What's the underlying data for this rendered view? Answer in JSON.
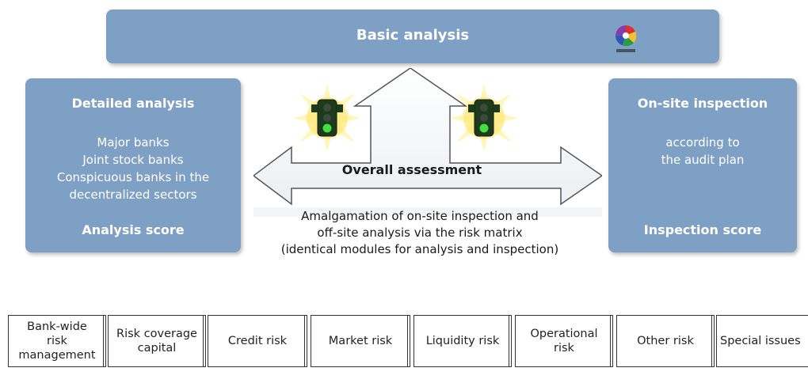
{
  "basic": {
    "title": "Basic analysis"
  },
  "detailed": {
    "title": "Detailed analysis",
    "lines": [
      "Major banks",
      "Joint stock banks",
      "Conspicuous banks in the",
      "decentralized sectors"
    ],
    "score": "Analysis score"
  },
  "onsite": {
    "title": "On-site inspection",
    "lines": [
      "according to",
      "the audit plan"
    ],
    "score": "Inspection score"
  },
  "center": {
    "overall": "Overall assessment",
    "amalgamation": [
      "Amalgamation of on-site inspection and",
      "off-site analysis via the risk matrix",
      "(identical modules for analysis and inspection)"
    ]
  },
  "modules": [
    "Bank-wide\nrisk\nmanagement",
    "Risk coverage\ncapital",
    "Credit risk",
    "Market risk",
    "Liquidity risk",
    "Operational\nrisk",
    "Other risk",
    "Special issues"
  ],
  "icons": [
    "traffic-light-icon",
    "traffic-light-icon",
    "colorful-logo-icon"
  ]
}
